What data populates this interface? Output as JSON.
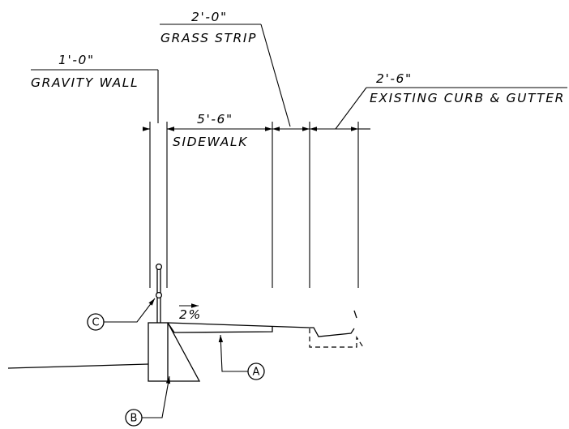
{
  "dimensions": {
    "grass_strip": {
      "value": "2'-0\"",
      "label": "GRASS STRIP"
    },
    "gravity_wall": {
      "value": "1'-0\"",
      "label": "GRAVITY WALL"
    },
    "existing_curb": {
      "value": "2'-6\"",
      "label": "EXISTING CURB & GUTTER"
    },
    "sidewalk": {
      "value": "5'-6\"",
      "label": "SIDEWALK"
    }
  },
  "slope": {
    "label": "2%"
  },
  "callouts": {
    "a": "A",
    "b": "B",
    "c": "C"
  }
}
